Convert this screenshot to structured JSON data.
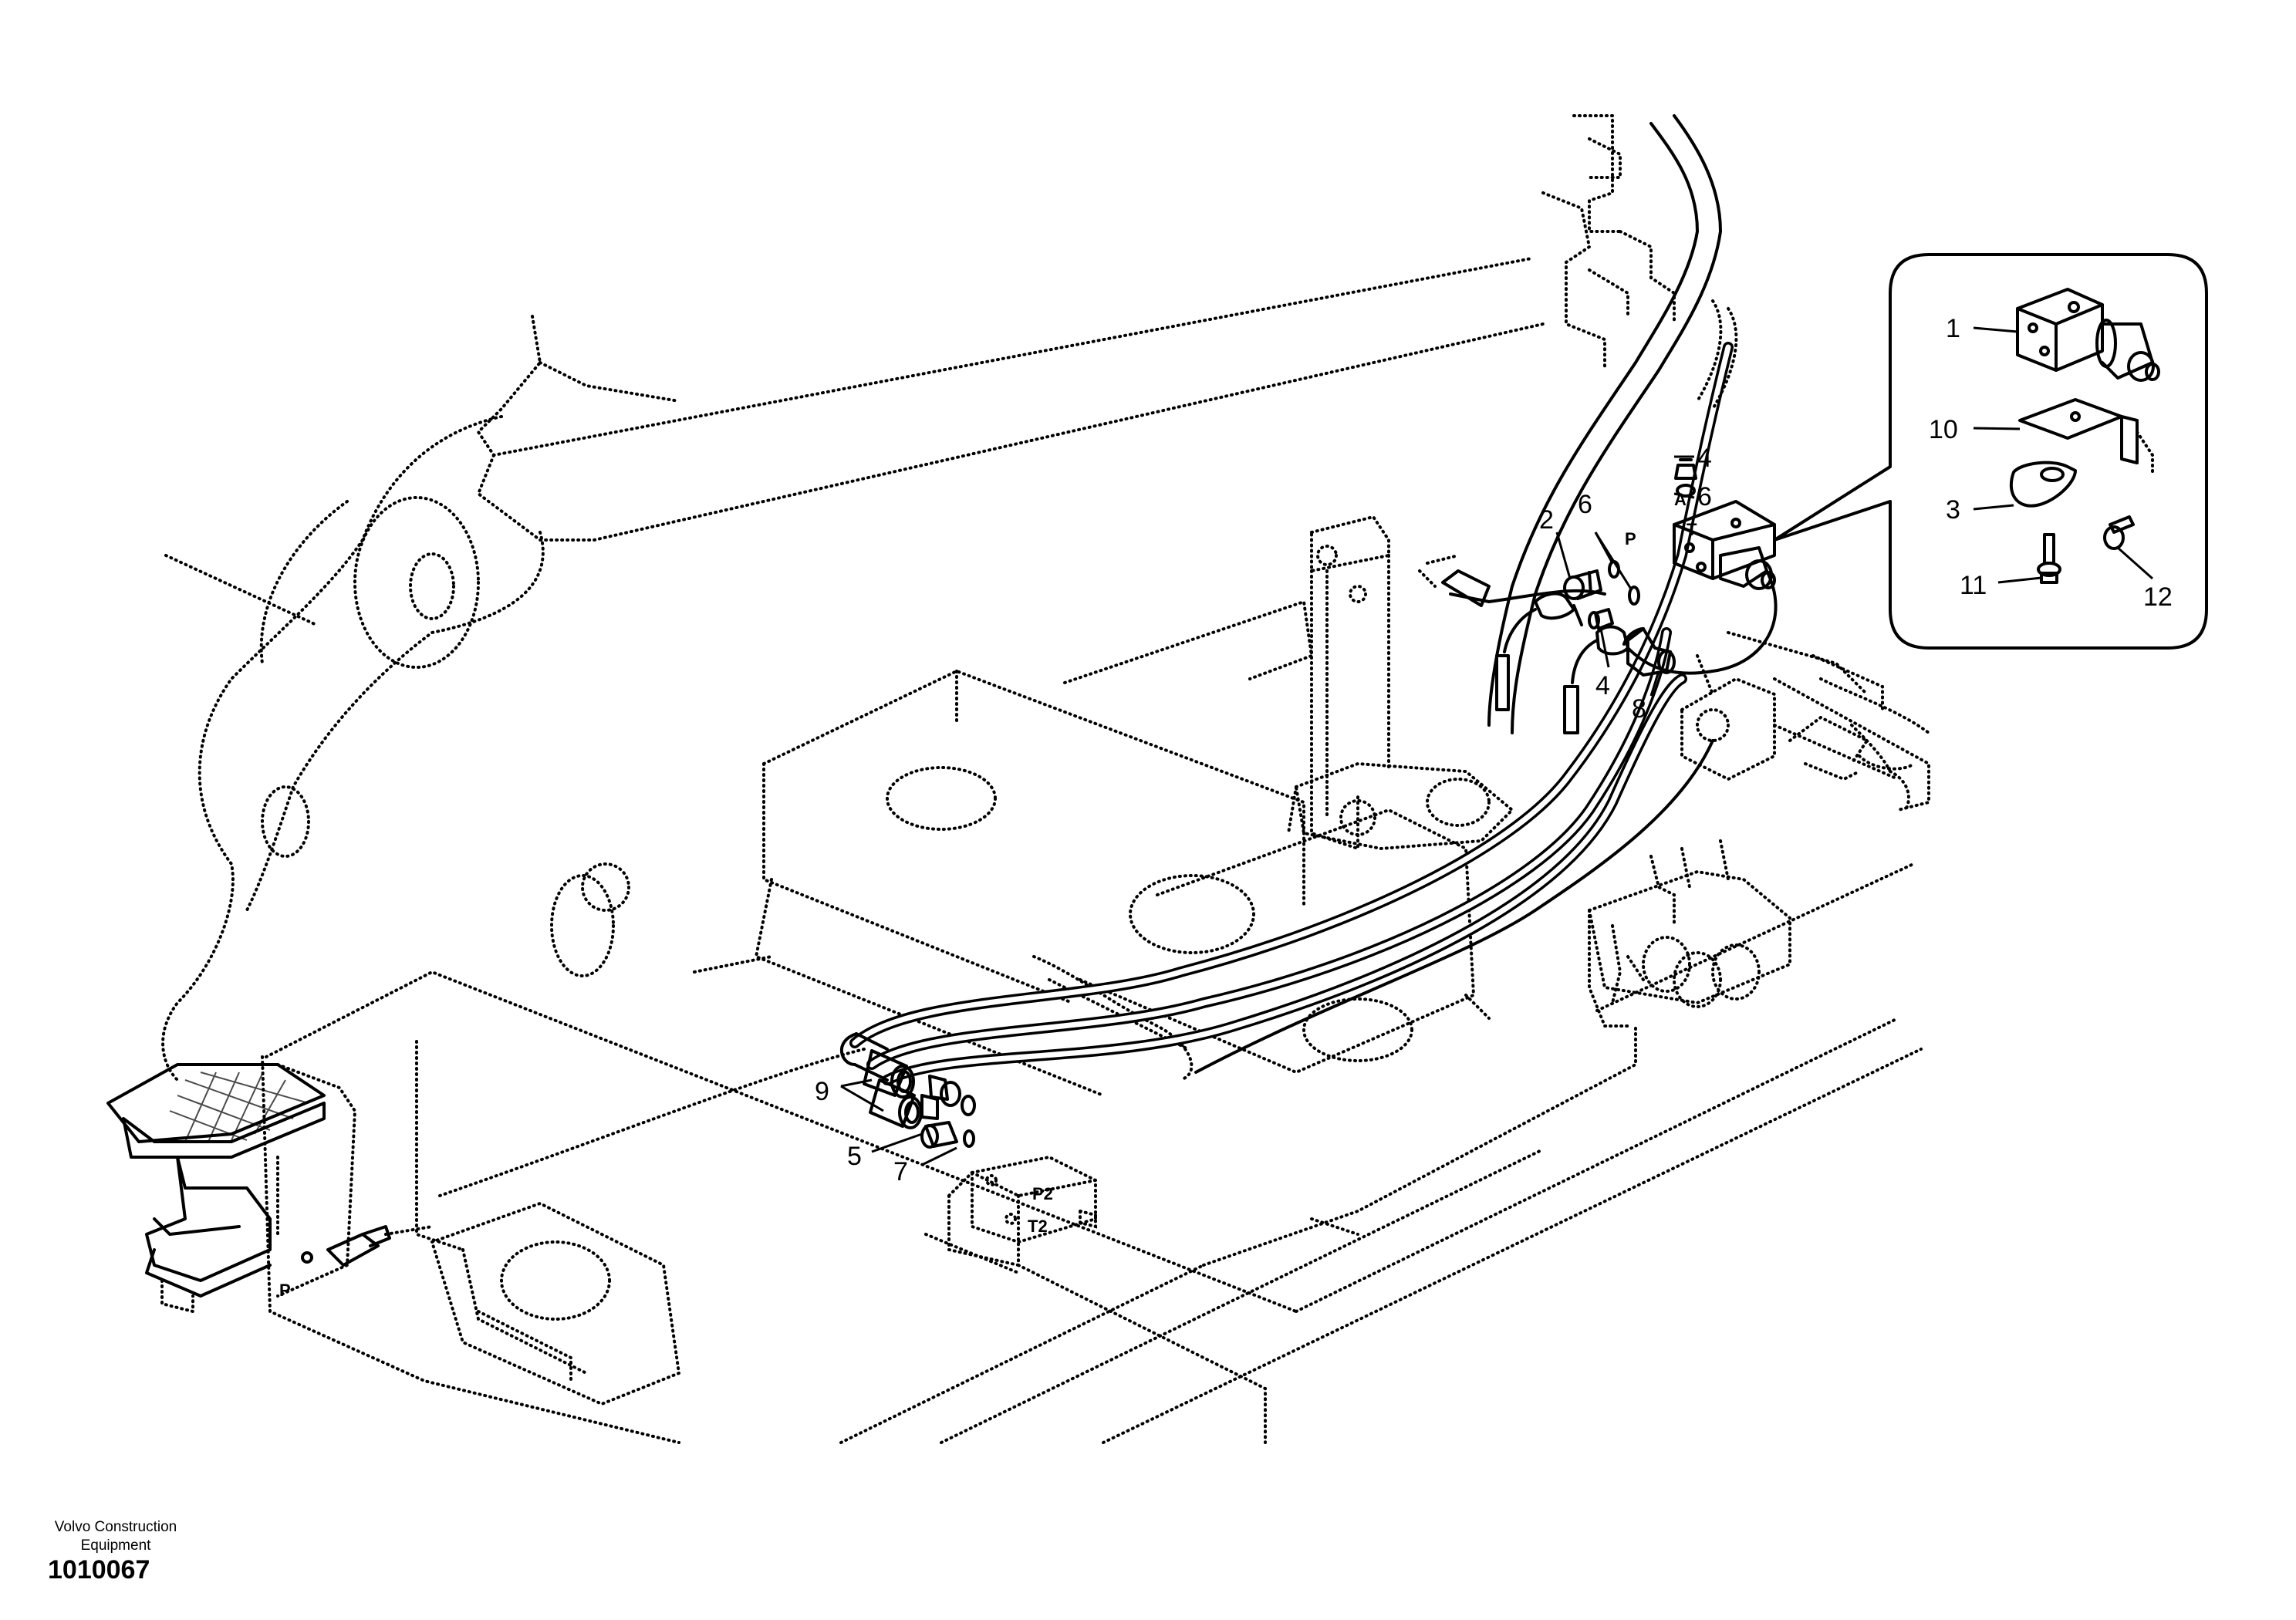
{
  "callouts": {
    "c1": "1",
    "c2": "2",
    "c3": "3",
    "c4a": "4",
    "c4b": "4",
    "c5": "5",
    "c6a": "6",
    "c6b": "6",
    "c7": "7",
    "c8": "8",
    "c9": "9",
    "c10": "10",
    "c11": "11",
    "c12": "12"
  },
  "ports": {
    "a": "A",
    "p": "P",
    "t": "T",
    "p2": "P2",
    "t2": "T2",
    "p_pedal": "P"
  },
  "footer": {
    "publisher": "Volvo Construction Equipment",
    "document_number": "1010067"
  }
}
